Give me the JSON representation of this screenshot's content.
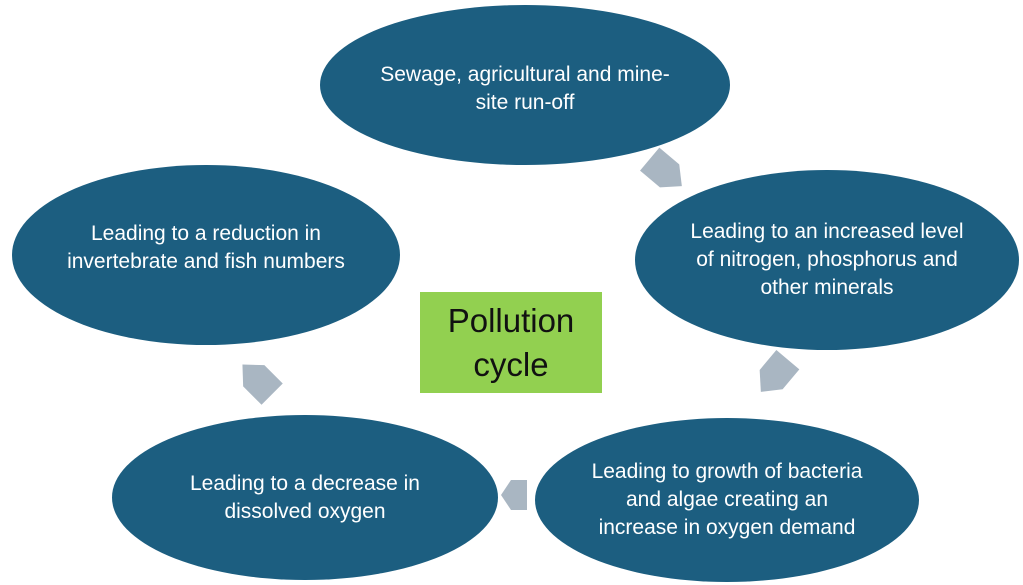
{
  "title": "Pollution cycle",
  "colors": {
    "node": "#1c5e80",
    "arrow": "#a9b6c2",
    "center": "#92d050"
  },
  "nodes": [
    {
      "text": "Sewage, agricultural and mine-site run-off"
    },
    {
      "text": "Leading to an increased level of nitrogen, phosphorus and other minerals"
    },
    {
      "text": "Leading to growth of bacteria and algae creating an increase in oxygen demand"
    },
    {
      "text": "Leading to a decrease in dissolved oxygen"
    },
    {
      "text": "Leading to a reduction in invertebrate and fish numbers"
    }
  ]
}
